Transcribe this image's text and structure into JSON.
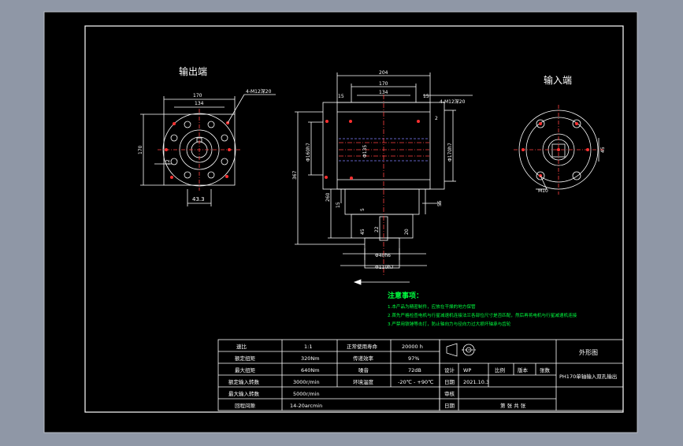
{
  "views": {
    "output_title": "输出端",
    "input_title": "输入端"
  },
  "dims": {
    "out_170": "170",
    "out_134": "134",
    "out_4m12": "4-M12深20",
    "out_170v": "170",
    "out_12": "12",
    "out_43_3": "43.3",
    "mid_204": "204",
    "mid_170": "170",
    "mid_134": "134",
    "mid_4m12": "4-M12深20",
    "mid_15a": "15",
    "mid_15b": "15",
    "mid_2": "2",
    "mid_160h7": "Φ160h7",
    "mid_135_left": "Φ135",
    "mid_right_dia": "Φ170h7",
    "mid_367": "367",
    "mid_260": "260",
    "mid_15c": "15",
    "mid_55": "55",
    "mid_5": "5",
    "mid_45": "45",
    "mid_22": "22",
    "mid_20": "20",
    "mid_40h6": "Φ40h6",
    "mid_110h7": "Φ110h7",
    "in_m10": "M10",
    "in_45": "45"
  },
  "notes": {
    "title": "注意事项：",
    "lines": [
      "1.本产品为精密制件，应放在干燥的地方保管",
      "2.首先严格检查电机与行星减速机连接法兰各部位尺寸是否匹配，然后再将电机与行星减速机连接",
      "3.严禁用铁锤等击打，防止轴向力与径向力过大损坏轴承与齿轮"
    ]
  },
  "specs": [
    [
      "速比",
      "1:1",
      "正常使用寿命",
      "20000 h"
    ],
    [
      "额定扭矩",
      "320Nm",
      "传递效率",
      "97%"
    ],
    [
      "最大扭矩",
      "640Nm",
      "噪音",
      "72dB"
    ],
    [
      "额定输入转数",
      "3000r/min",
      "环境温度",
      "-20℃ - +90℃"
    ],
    [
      "最大输入转数",
      "5000r/min",
      "",
      ""
    ],
    [
      "回程间隙",
      "14-20arcmin",
      "",
      ""
    ]
  ],
  "titleblock": {
    "drawing_title": "外形图",
    "design_label": "设计",
    "designer": "WP",
    "date_label": "日期",
    "date": "2021.10.3",
    "review_label": "审核",
    "approve_label": "日期",
    "ratio_label": "比例",
    "version_label": "版本",
    "sheet_label": "张数",
    "sheet_row": "第   张  共   张",
    "product": "PH170单轴输入双孔输出"
  }
}
